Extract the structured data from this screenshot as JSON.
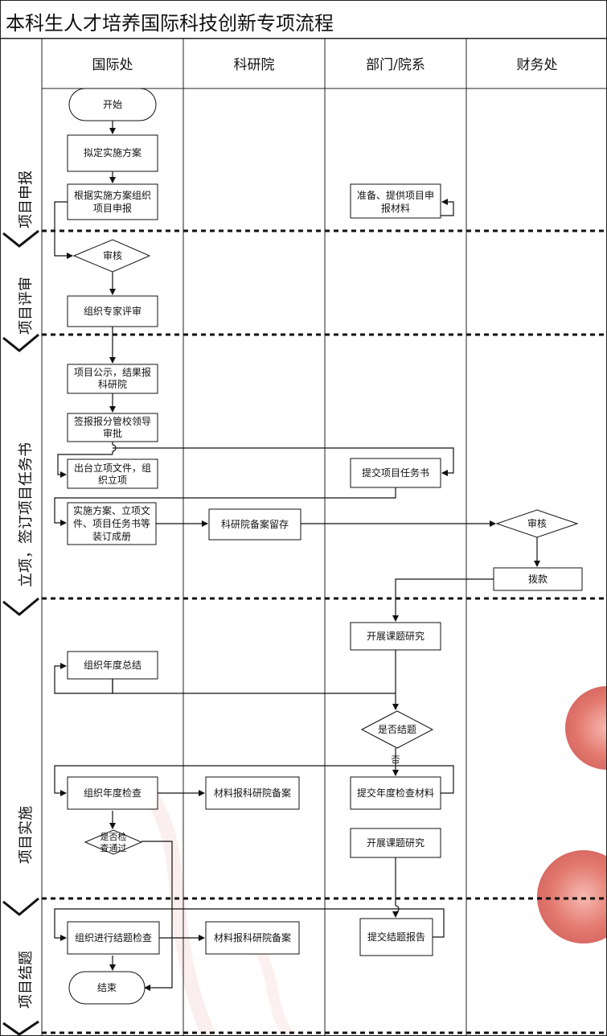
{
  "title": "本科生人才培养国际科技创新专项流程",
  "lanes": [
    "国际处",
    "科研院",
    "部门/院系",
    "财务处"
  ],
  "phases": [
    "项目申报",
    "项目评审",
    "立项，签订项目任务书",
    "项目实施",
    "项目结题"
  ],
  "nodes": {
    "start": "开始",
    "draft_plan": "拟定实施方案",
    "organize_apply_1": "根据实施方案组织",
    "organize_apply_2": "项目申报",
    "prepare_1": "准备、提供项目申",
    "prepare_2": "报材料",
    "review_1": "审核",
    "expert_review": "组织专家评审",
    "publicize_1": "项目公示，结果报",
    "publicize_2": "科研院",
    "sign_1": "签报报分管校领导",
    "sign_2": "审批",
    "issue_1": "出台立项文件，组",
    "issue_2": "织立项",
    "submit_task": "提交项目任务书",
    "bind_1": "实施方案、立项文",
    "bind_2": "件、项目任务书等",
    "bind_3": "装订成册",
    "archive": "科研院备案留存",
    "review_2": "审核",
    "fund": "拨款",
    "research_1": "开展课题研究",
    "annual_summary": "组织年度总结",
    "conclude_q": "是否结题",
    "no_label": "否",
    "annual_check": "组织年度检查",
    "material_archive_1": "材料报科研院备案",
    "submit_annual": "提交年度检查材料",
    "check_pass_1": "是否检",
    "check_pass_2": "查通过",
    "research_2": "开展课题研究",
    "final_check": "组织进行结题检查",
    "material_archive_2": "材料报科研院备案",
    "submit_final": "提交结题报告",
    "end": "结束"
  }
}
